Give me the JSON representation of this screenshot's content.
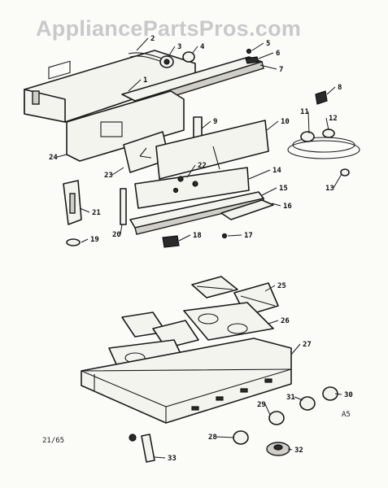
{
  "watermark": "AppliancePartsPros.com",
  "footer": {
    "page_ref": "21/65",
    "section_code": "A5"
  },
  "callouts": [
    "1",
    "2",
    "3",
    "4",
    "5",
    "6",
    "7",
    "8",
    "9",
    "10",
    "11",
    "12",
    "13",
    "14",
    "15",
    "16",
    "17",
    "18",
    "19",
    "20",
    "21",
    "22",
    "23",
    "24",
    "25",
    "26",
    "27",
    "28",
    "29",
    "30",
    "31",
    "32",
    "33"
  ]
}
